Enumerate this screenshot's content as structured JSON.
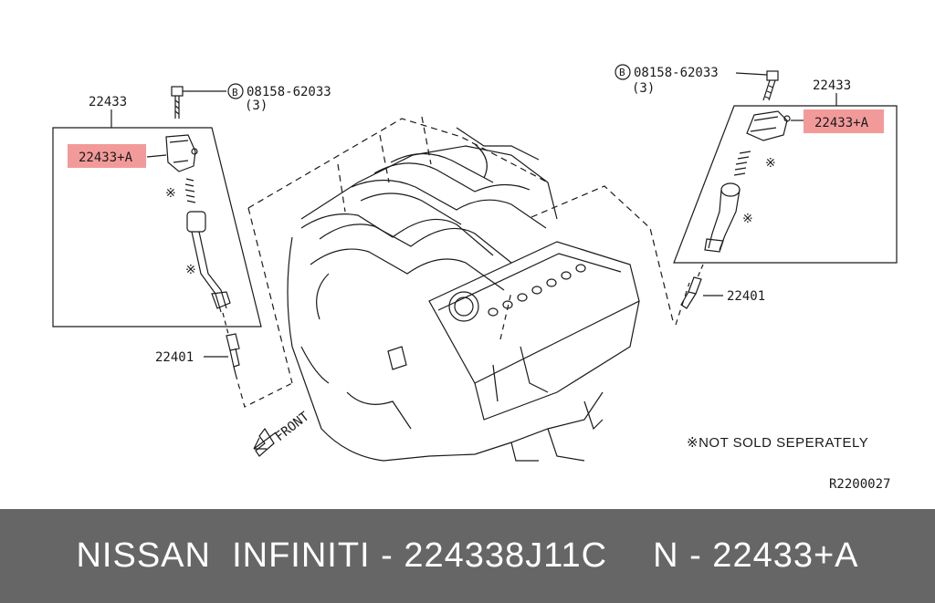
{
  "diagram": {
    "left_group": {
      "assembly_number": "22433",
      "highlighted_part": "22433+A",
      "bolt_symbol": "B",
      "bolt_part": "08158-62033",
      "bolt_qty": "(3)",
      "spark_plug": "22401",
      "note_mark": "※"
    },
    "right_group": {
      "assembly_number": "22433",
      "highlighted_part": "22433+A",
      "bolt_symbol": "B",
      "bolt_part": "08158-62033",
      "bolt_qty": "(3)",
      "spark_plug": "22401",
      "note_mark": "※"
    },
    "front_label": "FRONT",
    "note": "※NOT SOLD SEPERATELY",
    "reference_code": "R2200027",
    "highlight_color": "#f29a9a"
  },
  "footer": {
    "left_text": "NISSAN  INFINITI - 224338J11C",
    "right_text": "N - 22433+A"
  }
}
